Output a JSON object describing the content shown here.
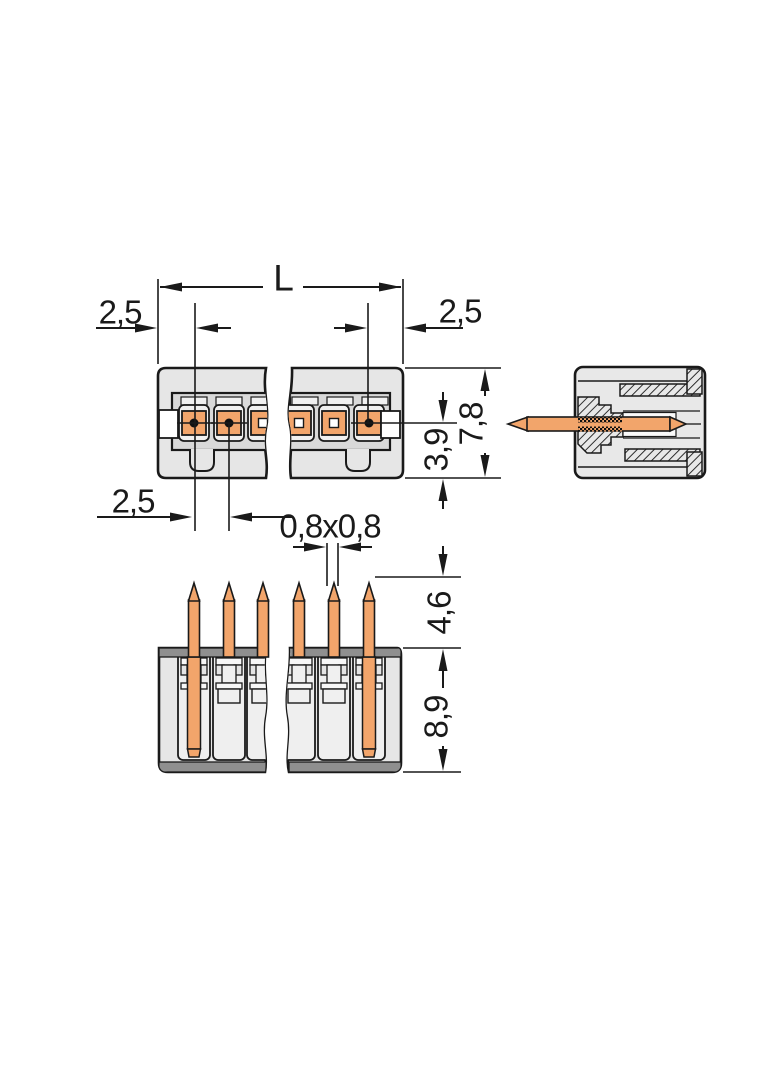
{
  "title": "Male pin header connector dimensional drawing",
  "colors": {
    "outline": "#1a1a1a",
    "body_fill": "#e6e6e6",
    "inner_fill": "#d9d9d9",
    "cell_fill": "#f0f0f0",
    "pin_copper": "#f2a56b",
    "band_gray": "#8f8f8f",
    "dimension_color": "#1a1a1a",
    "background": "#ffffff"
  },
  "labels": {
    "total_length": "L",
    "edge_offset_left": "2,5",
    "edge_offset_right": "2,5",
    "pin_pitch": "2,5",
    "pin_cross_section": "0,8x0,8",
    "housing_height": "7,8",
    "pin_row_offset": "3,9",
    "pin_protrusion": "4,6",
    "housing_depth": "8,9"
  },
  "views": {
    "top_view": "plan view of connector housing with 6 pin cavities, broken in middle",
    "front_view": "front view with 6 solder pins protruding, broken in middle",
    "side_view": "cross-section side view with single pin"
  }
}
